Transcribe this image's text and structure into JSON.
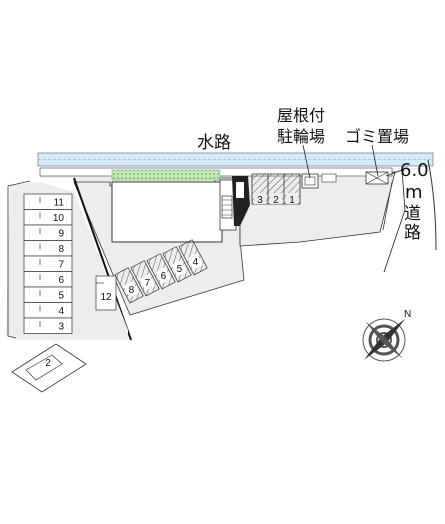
{
  "labels": {
    "waterway": "水路",
    "bike_parking_line1": "屋根付",
    "bike_parking_line2": "駐輪場",
    "garbage": "ゴミ置場",
    "road_width": "6.0",
    "road_unit": "m",
    "road_char1": "道",
    "road_char2": "路"
  },
  "parking": {
    "left_column": [
      "11",
      "10",
      "9",
      "8",
      "7",
      "6",
      "5",
      "4",
      "3"
    ],
    "diagonal": [
      "8",
      "7",
      "6",
      "5",
      "4"
    ],
    "lower_left": "2",
    "center": "12",
    "bike": [
      "3",
      "2",
      "1"
    ]
  },
  "compass": {
    "label": "N"
  },
  "colors": {
    "lot": "#ededed",
    "water": "#d3ecf7",
    "green": "#c7e8b8",
    "line": "#222222"
  }
}
